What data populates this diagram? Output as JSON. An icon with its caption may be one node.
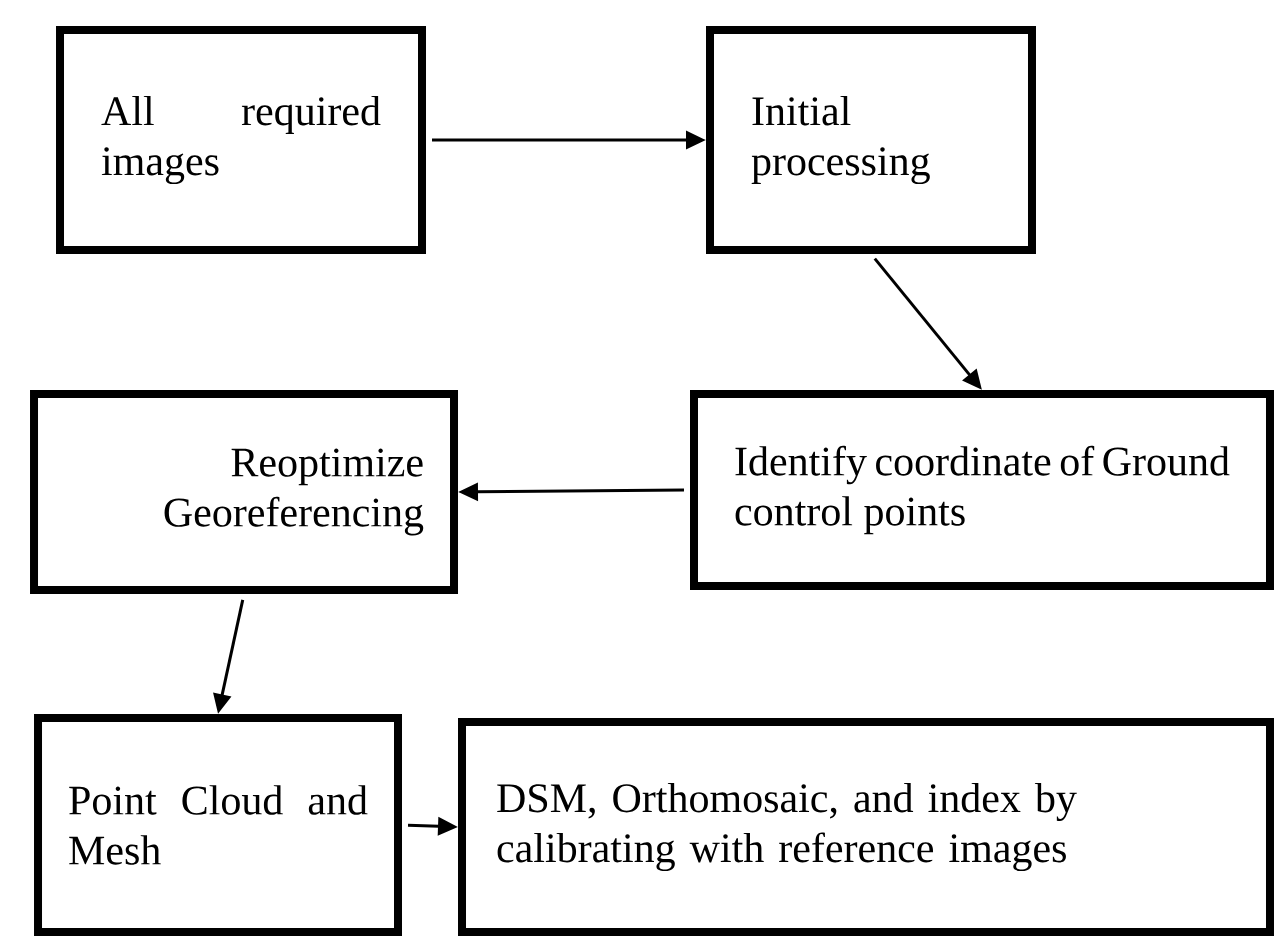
{
  "diagram": {
    "nodes": [
      {
        "text": [
          "All required images"
        ]
      },
      {
        "text": [
          "Initial processing"
        ]
      },
      {
        "text": [
          "Identify coordinate of Ground control points"
        ]
      },
      {
        "text": [
          "Reoptimize Georeferencing"
        ]
      },
      {
        "text": [
          "Point Cloud and Mesh"
        ]
      },
      {
        "text": [
          "DSM, Orthomosaic, and index by calibrating with reference images"
        ]
      }
    ],
    "edges": [
      {
        "from": 0,
        "to": 1,
        "arrow": "to"
      },
      {
        "from": 1,
        "to": 2,
        "arrow": "to"
      },
      {
        "from": 2,
        "to": 3,
        "arrow": "to"
      },
      {
        "from": 3,
        "to": 4,
        "arrow": "to"
      },
      {
        "from": 4,
        "to": 5,
        "arrow": "to"
      }
    ]
  }
}
